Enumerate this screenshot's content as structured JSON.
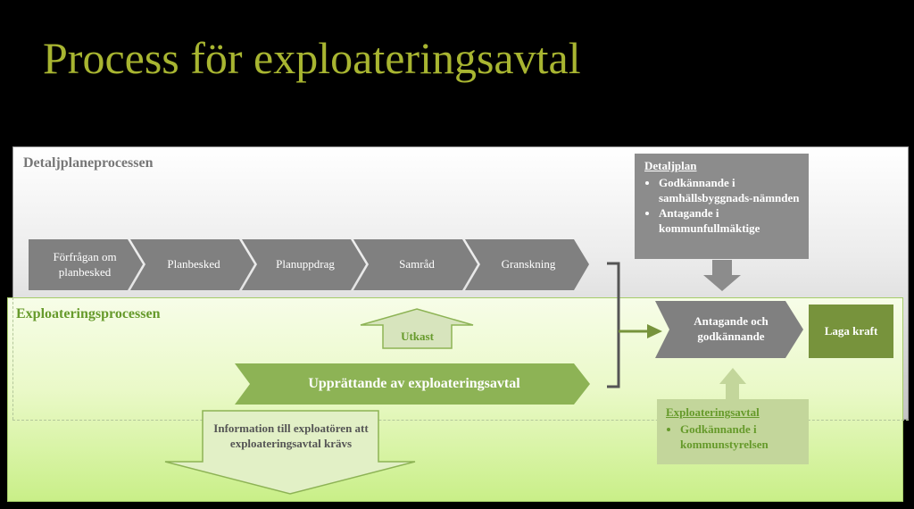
{
  "title": "Process för exploateringsavtal",
  "detaljplan_process": {
    "label": "Detaljplaneprocessen",
    "steps": [
      "Förfrågan om planbesked",
      "Planbesked",
      "Planuppdrag",
      "Samråd",
      "Granskning"
    ]
  },
  "detaljplan_box": {
    "heading": "Detaljplan",
    "items": [
      "Godkännande i samhällsbyggnads-nämnden",
      "Antagande i kommunfullmäktige"
    ]
  },
  "exploatering_process": {
    "label": "Exploateringsprocessen",
    "utkast": "Utkast",
    "upprattande": "Upprättande av exploateringsavtal",
    "information": "Information till exploatören att exploateringsavtal krävs",
    "antagande": "Antagande och godkännande",
    "laga_kraft": "Laga kraft"
  },
  "exploatering_box": {
    "heading": "Exploateringsavtal",
    "items": [
      "Godkännande i kommunstyrelsen"
    ]
  },
  "colors": {
    "title": "#a8b531",
    "chevron_gray": "#808080",
    "green_dark": "#8db355",
    "green_fill": "#77933c",
    "green_light": "#c3d69b",
    "gray_box": "#8c8c8c"
  }
}
